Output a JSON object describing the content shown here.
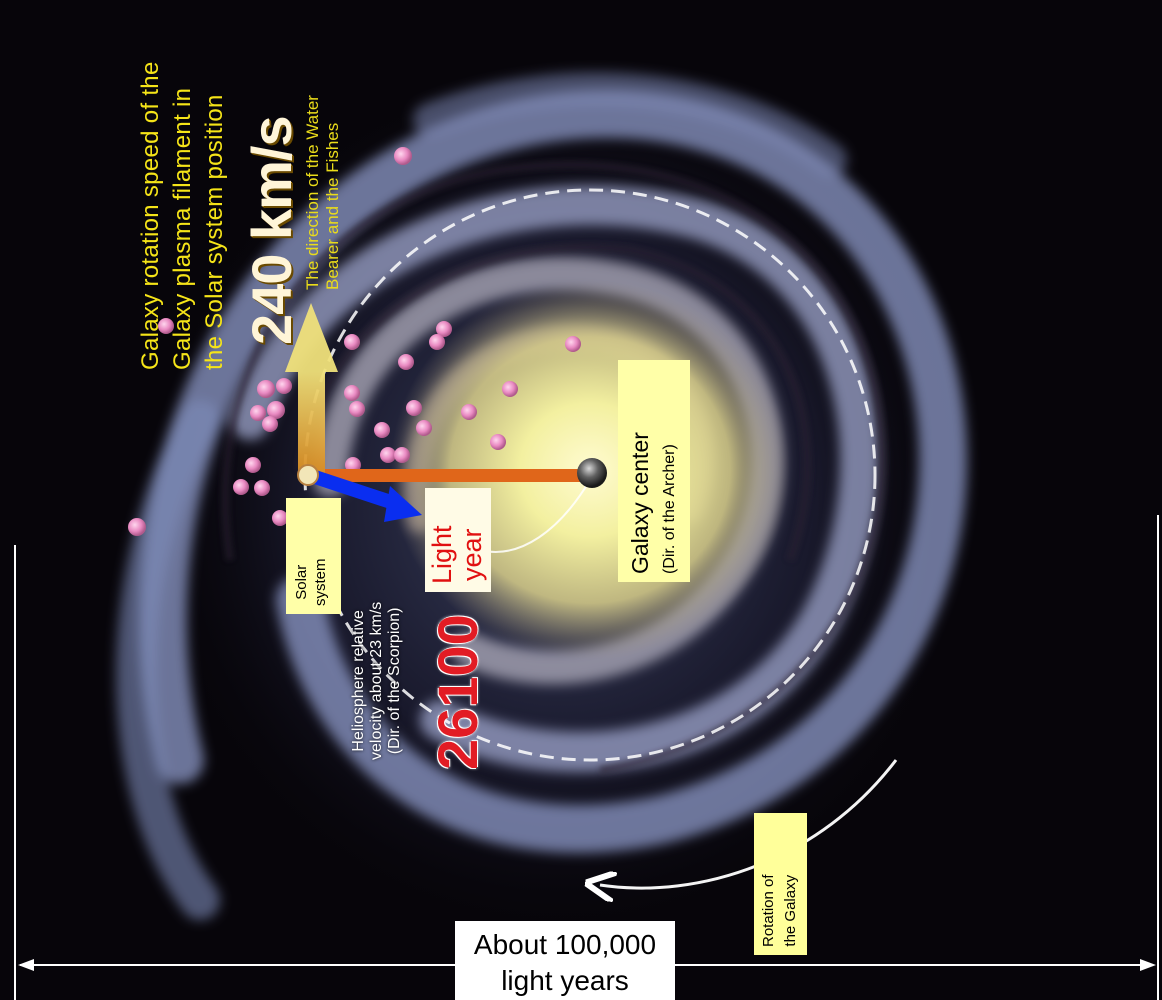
{
  "diagram": {
    "rotation_speed_caption": [
      "Galaxy rotation speed of the",
      "Galaxy plasma filament in",
      "the Solar system position"
    ],
    "direction_caption": [
      "The direction of the Water",
      "Bearer and the Fishes"
    ],
    "speed_value": "240 km/s",
    "solar_system_label": [
      "Solar",
      "system"
    ],
    "light_year_label": [
      "Light",
      "year"
    ],
    "distance_value": "26100",
    "heliosphere_caption": [
      "Heliosphere relative",
      "velocity about 23 km/s",
      "(Dir. of the Scorpion)"
    ],
    "galaxy_center_title": "Galaxy center",
    "galaxy_center_subtitle": "(Dir. of the Archer)",
    "rotation_label": [
      "Rotation of",
      "the Galaxy"
    ],
    "scale_label": [
      "About 100,000",
      "light years"
    ]
  },
  "colors": {
    "caption_yellow": "#f5e418",
    "velocity_arrow_blue": "#0a2ef0",
    "distance_bar_orange": "#e0661a",
    "speed_arrow_gold": "#d7b330",
    "plasma_pink": "#e98ac2",
    "distance_red": "#e21c24"
  }
}
